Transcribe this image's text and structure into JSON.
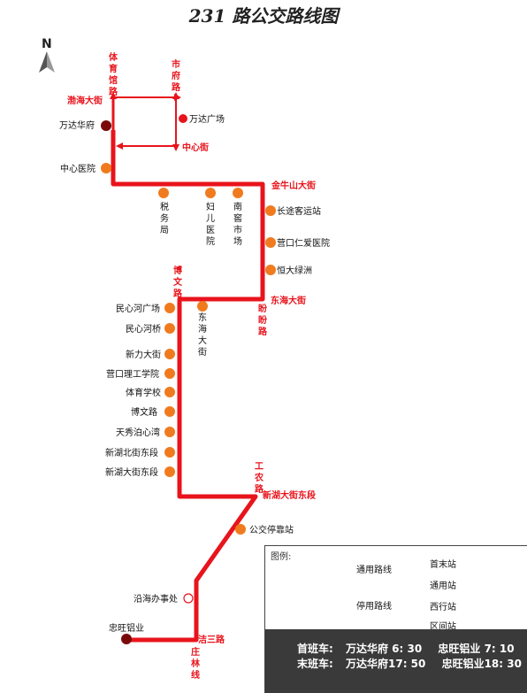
{
  "title": "231 路公交路线图",
  "compass": "N",
  "stations": {
    "wanda_huafu": "万达华府",
    "wanda_plaza": "万达广场",
    "zhongxin_yiyuan": "中心医院",
    "shuiwu_ju": "税务局",
    "fuer_yiyuan": "妇儿医院",
    "nanjiao_shichang": "南窖市场",
    "changtu_keyunzhan": "长途客运站",
    "yingkou_renai": "营口仁爱医院",
    "hengda_lvzhou": "恒大绿洲",
    "minxinhe_guangchang": "民心河广场",
    "minxinhe_qiao": "民心河桥",
    "xinli_dajie": "新力大街",
    "yingkou_ligong": "营口理工学院",
    "tiyu_xuexiao": "体育学校",
    "bowen_lu": "博文路",
    "tianxiu_boxinwan": "天秀泊心湾",
    "xinhu_bei": "新湖北街东段",
    "xinhu_da": "新湖大街东段",
    "donghai_dajie": "东海大街",
    "gongjiao_tingbo": "公交停靠站",
    "yanhai_banshichu": "沿海办事处",
    "zhongwang_lvye": "忠旺铝业"
  },
  "roads": {
    "tiyuguan": "体育馆路",
    "shifu": "市府路",
    "bohai": "渤海大街",
    "zhongxin": "中心街",
    "jinniushan": "金牛山大街",
    "donghai": "东海大街",
    "panpan": "盼盼路",
    "bowen": "博文路",
    "gongnong": "工农路",
    "xinhu_dong": "新湖大街东段",
    "jiesan": "洁三路",
    "zhuanglin": "庄林线"
  },
  "legend": {
    "title": "图例:",
    "common_route": "通用路线",
    "dedicated_route": "停用路线",
    "terminal": "首末站",
    "common_stop": "通用站",
    "west_stop": "西行站",
    "interval_stop": "区间站"
  },
  "colors": {
    "route": "#e8141c",
    "terminal": "#7a0a0a",
    "common_stop": "#f07b1e",
    "west_stop": "#e8141c",
    "schedule_bg": "#3a3a3a"
  },
  "schedule": {
    "first_label": "首班车:",
    "first_a": "万达华府 6: 30",
    "first_b": "忠旺铝业  7: 10",
    "last_label": "末班车:",
    "last_a": "万达华府17: 50",
    "last_b": "忠旺铝业18: 30"
  }
}
